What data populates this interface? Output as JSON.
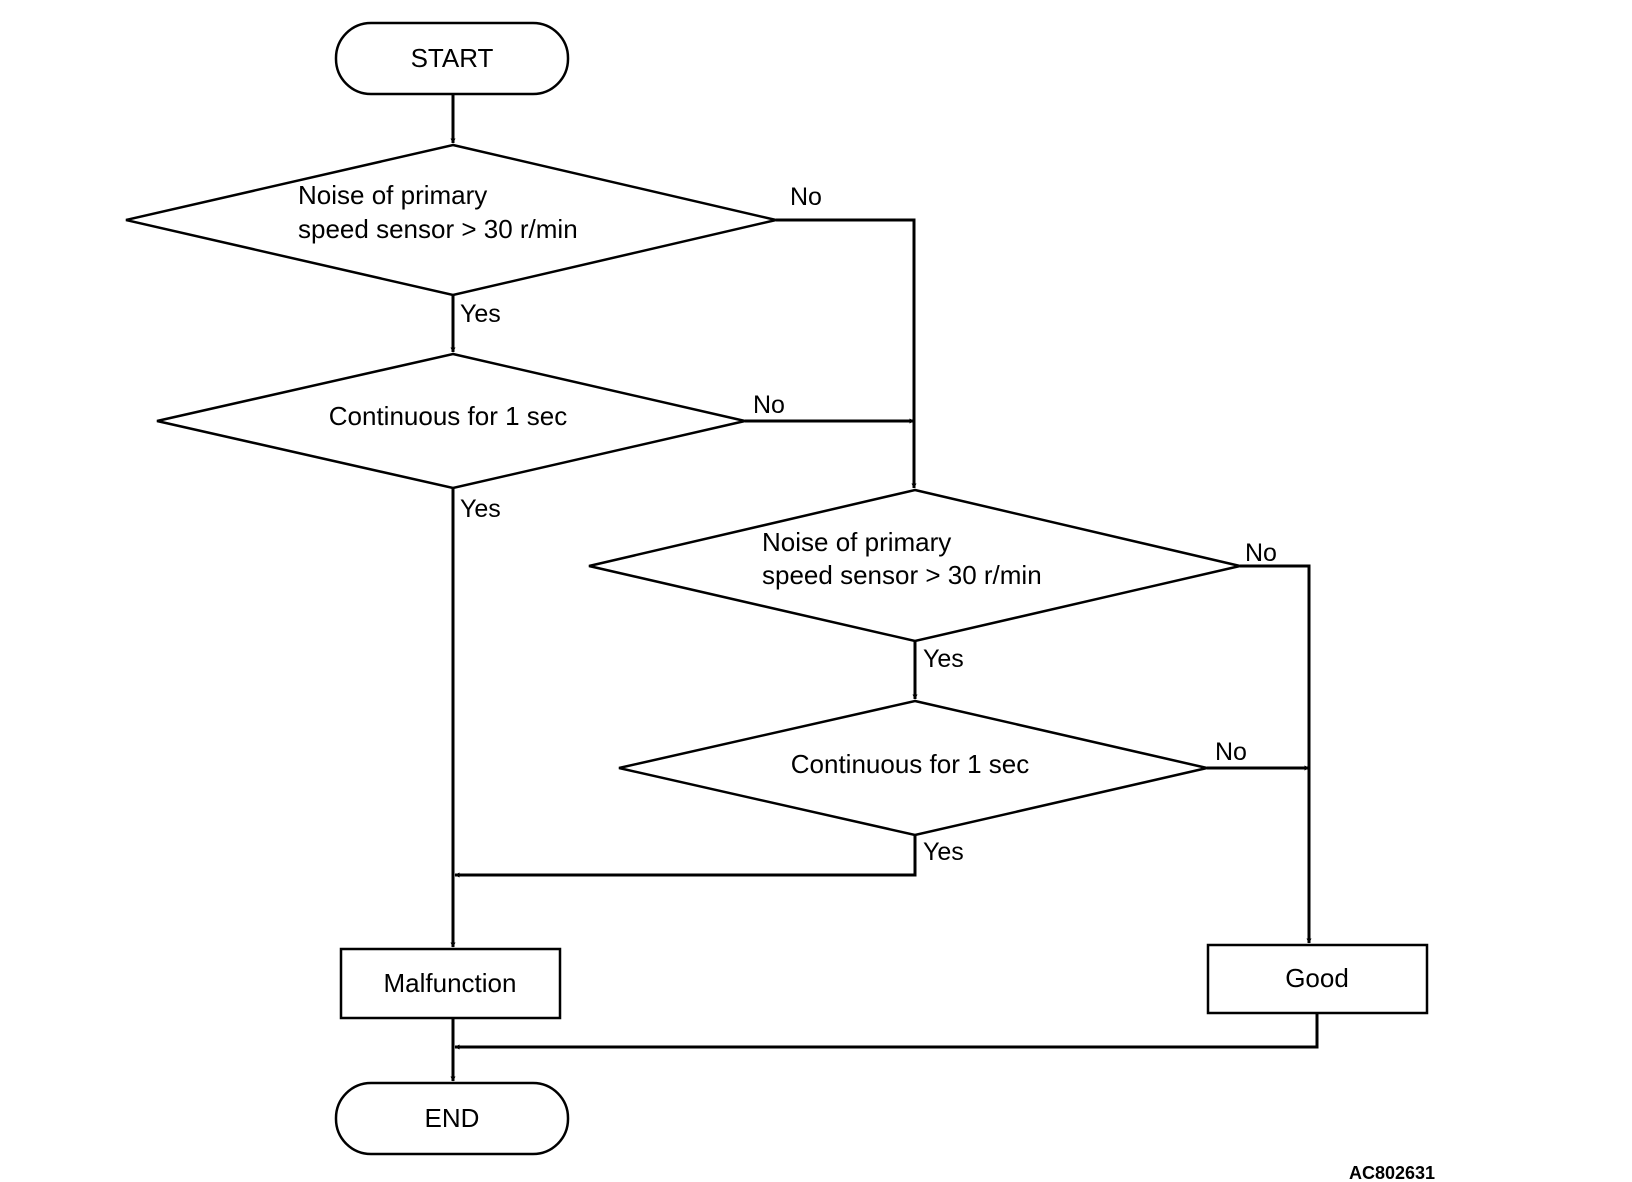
{
  "nodes": {
    "start": "START",
    "decision_1": {
      "line1": "Noise of primary",
      "line2": "speed sensor > 30 r/min"
    },
    "decision_2": "Continuous for 1 sec",
    "decision_3": {
      "line1": "Noise of primary",
      "line2": "speed sensor > 30 r/min"
    },
    "decision_4": "Continuous for 1 sec",
    "malfunction": "Malfunction",
    "good": "Good",
    "end": "END"
  },
  "edges": {
    "d1_yes": "Yes",
    "d1_no": "No",
    "d2_yes": "Yes",
    "d2_no": "No",
    "d3_yes": "Yes",
    "d3_no": "No",
    "d4_yes": "Yes",
    "d4_no": "No"
  },
  "figure_code": "AC802631"
}
